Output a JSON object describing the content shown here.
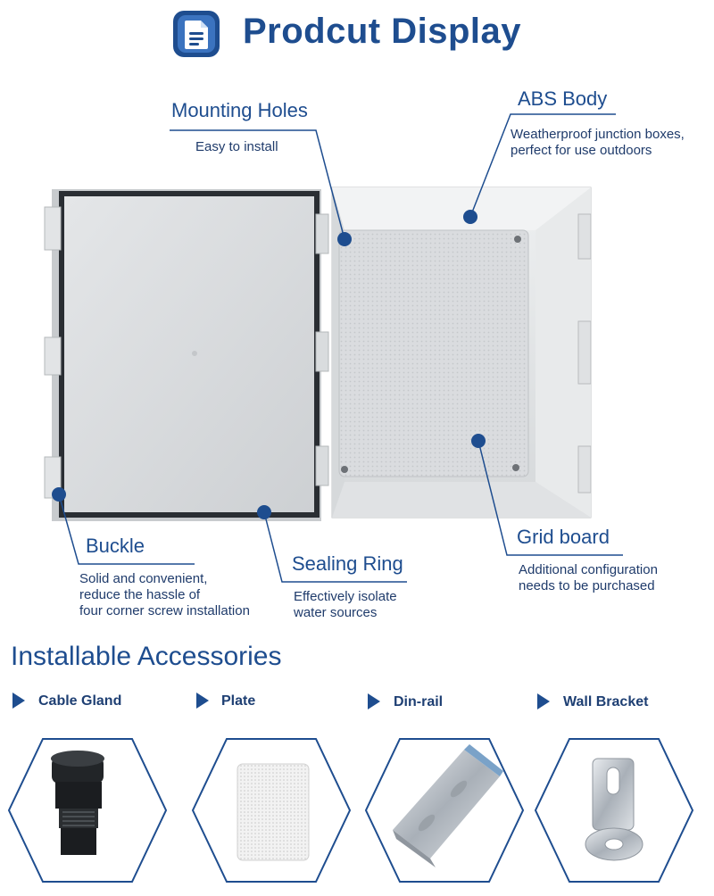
{
  "header": {
    "title": "Prodcut Display",
    "icon": "document-icon",
    "accent_color": "#1e4d8f"
  },
  "callouts": [
    {
      "id": "mounting-holes",
      "title": "Mounting Holes",
      "description": "Easy to install"
    },
    {
      "id": "abs-body",
      "title": "ABS Body",
      "description": "Weatherproof junction boxes,\n perfect for use outdoors"
    },
    {
      "id": "buckle",
      "title": "Buckle",
      "description": "Solid and convenient,\nreduce the hassle of\nfour corner screw installation"
    },
    {
      "id": "sealing-ring",
      "title": "Sealing Ring",
      "description": "Effectively isolate\nwater sources"
    },
    {
      "id": "grid-board",
      "title": "Grid board",
      "description": "Additional configuration\nneeds to be purchased"
    }
  ],
  "accessories": {
    "title": "Installable Accessories",
    "items": [
      {
        "label": "Cable Gland",
        "icon": "cable-gland-icon"
      },
      {
        "label": "Plate",
        "icon": "grid-plate-icon"
      },
      {
        "label": "Din-rail",
        "icon": "din-rail-icon"
      },
      {
        "label": "Wall Bracket",
        "icon": "wall-bracket-icon"
      }
    ]
  }
}
